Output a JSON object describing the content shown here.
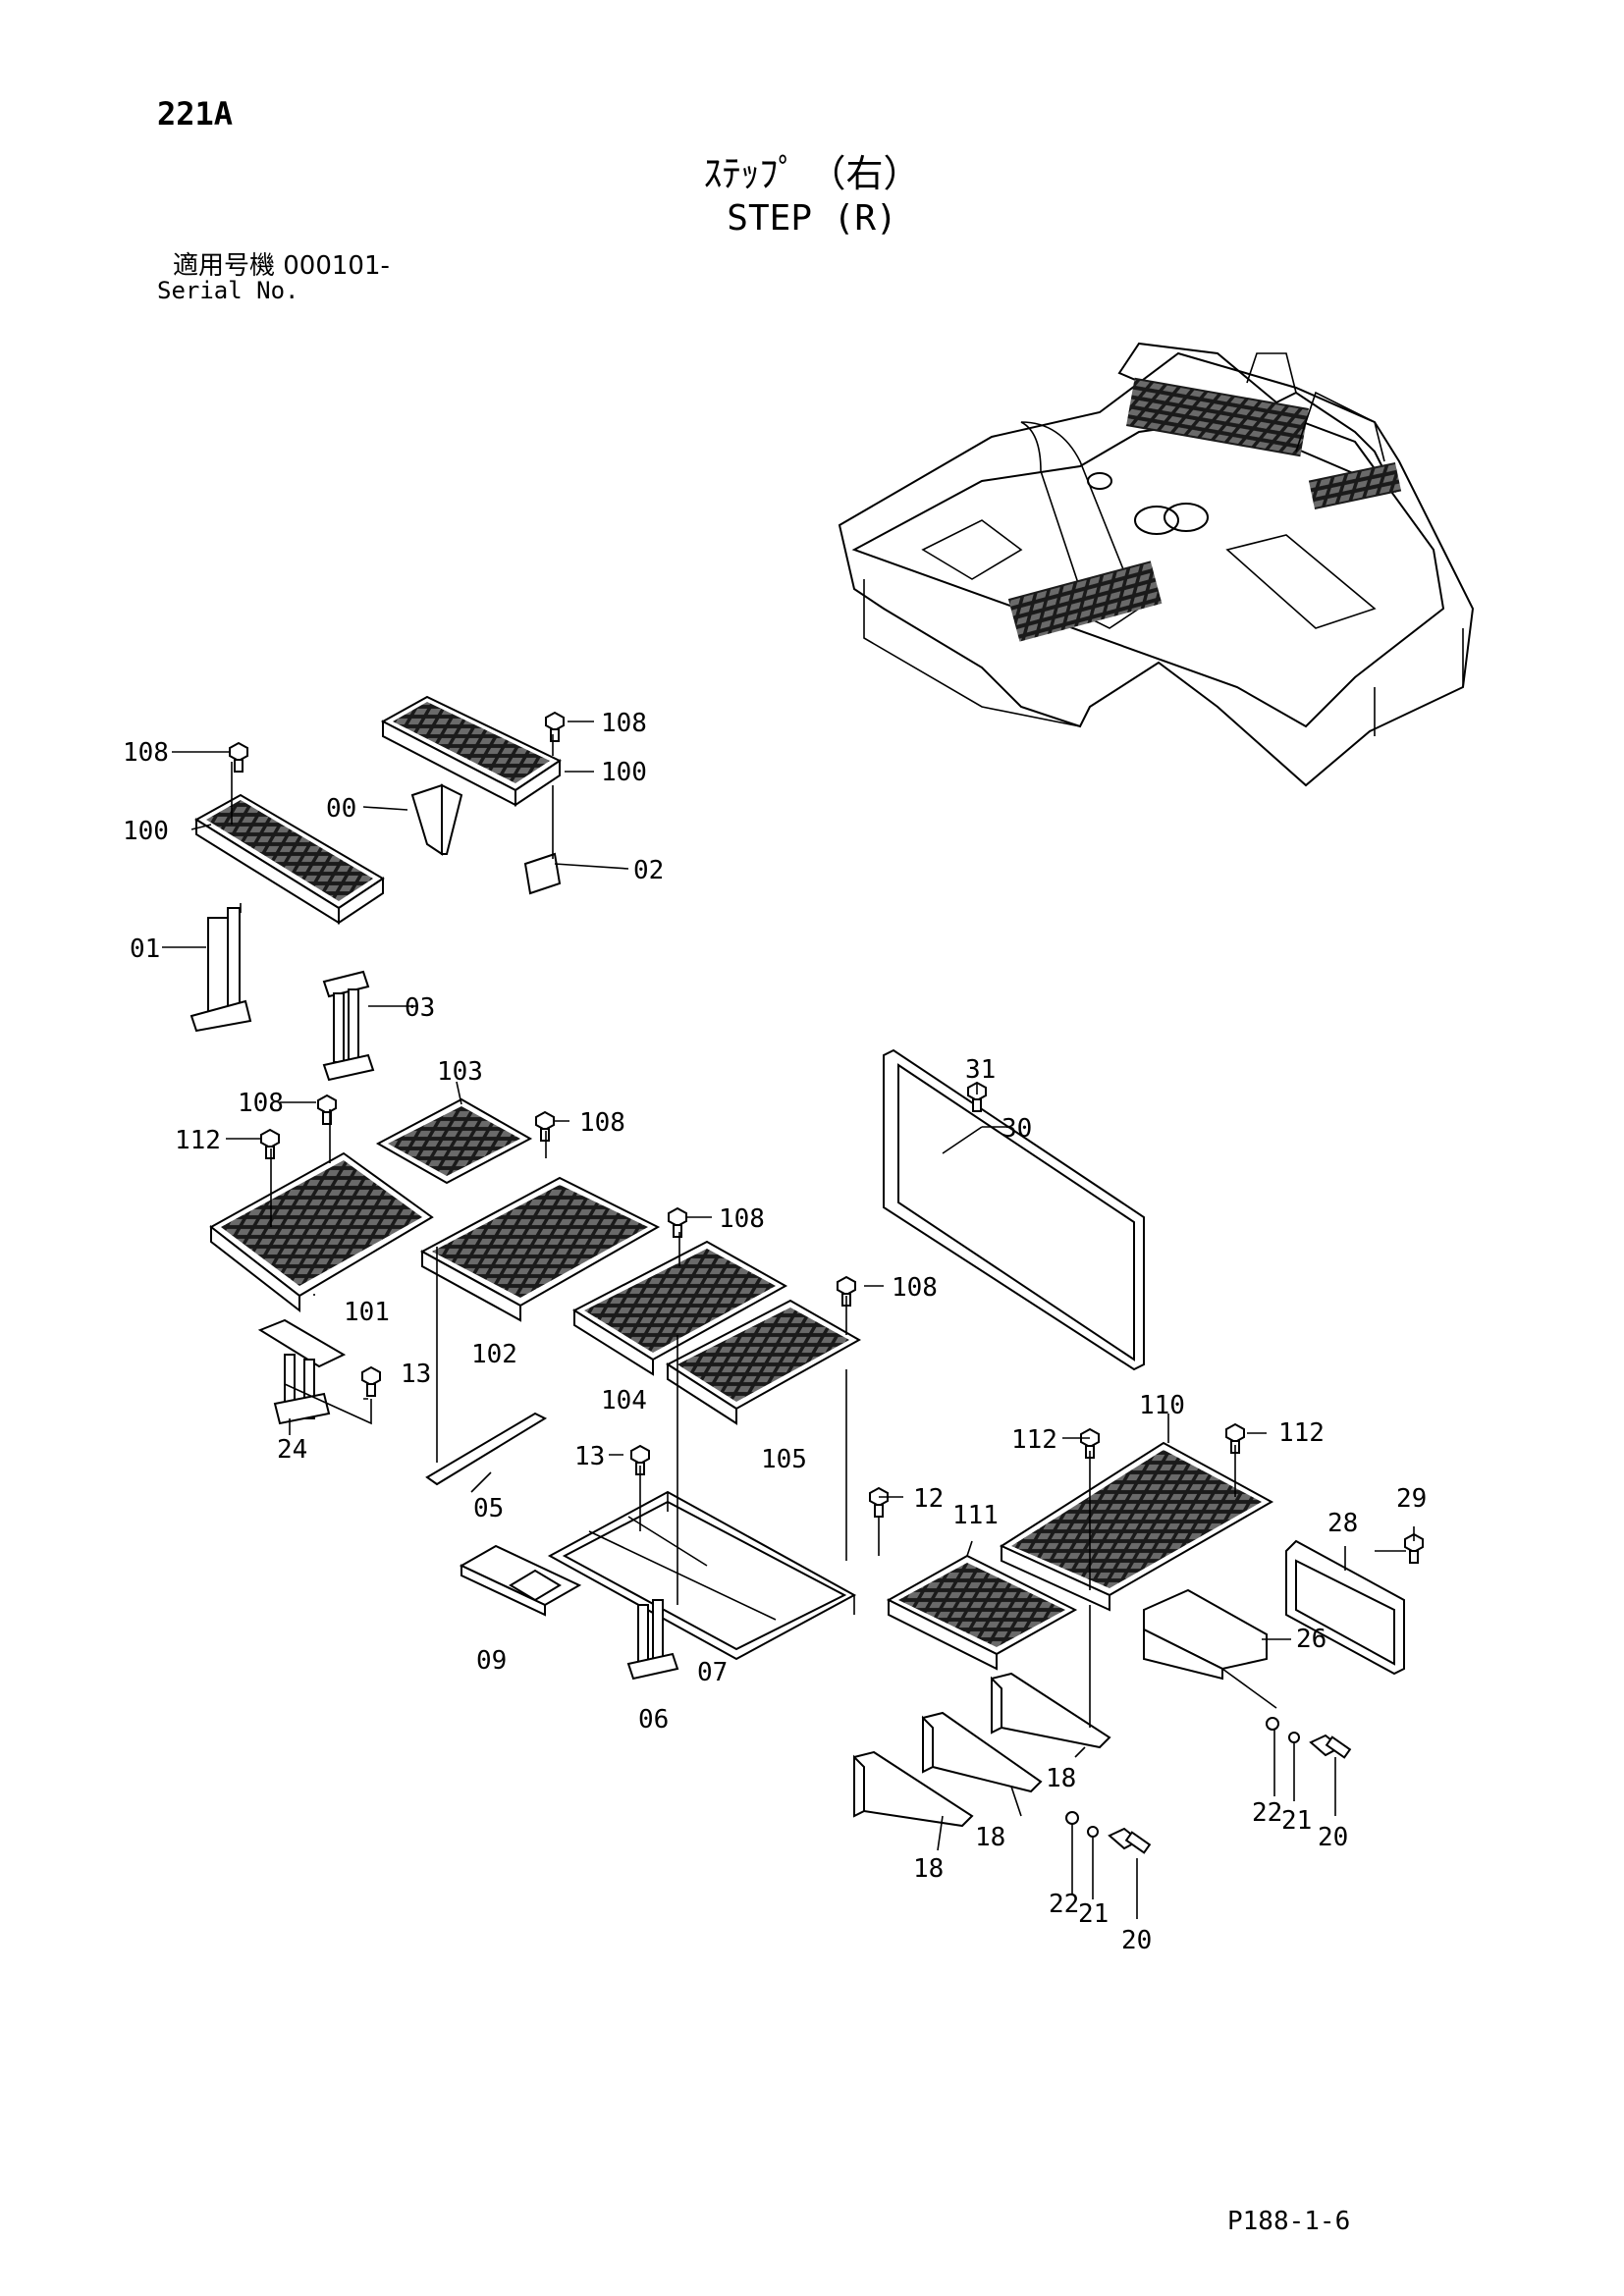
{
  "header": {
    "page_number": "221A",
    "title_jp": "ｽﾃｯﾌﾟ （右）",
    "title_en": "STEP (R)",
    "serial_label_jp": "適用号機 000101-",
    "serial_label_en": "Serial No."
  },
  "footer": {
    "code": "P188-1-6"
  },
  "callouts": [
    {
      "id": "c108a",
      "label": "108"
    },
    {
      "id": "c108b",
      "label": "108"
    },
    {
      "id": "c100a",
      "label": "100"
    },
    {
      "id": "c100b",
      "label": "100"
    },
    {
      "id": "c00",
      "label": "00"
    },
    {
      "id": "c02",
      "label": "02"
    },
    {
      "id": "c01",
      "label": "01"
    },
    {
      "id": "c03",
      "label": "03"
    },
    {
      "id": "c103",
      "label": "103"
    },
    {
      "id": "c108c",
      "label": "108"
    },
    {
      "id": "c108d",
      "label": "108"
    },
    {
      "id": "c112a",
      "label": "112"
    },
    {
      "id": "c31",
      "label": "31"
    },
    {
      "id": "c30",
      "label": "30"
    },
    {
      "id": "c108e",
      "label": "108"
    },
    {
      "id": "c108f",
      "label": "108"
    },
    {
      "id": "c101",
      "label": "101"
    },
    {
      "id": "c102",
      "label": "102"
    },
    {
      "id": "c13a",
      "label": "13"
    },
    {
      "id": "c24",
      "label": "24"
    },
    {
      "id": "c104",
      "label": "104"
    },
    {
      "id": "c105",
      "label": "105"
    },
    {
      "id": "c05",
      "label": "05"
    },
    {
      "id": "c13b",
      "label": "13"
    },
    {
      "id": "c12",
      "label": "12"
    },
    {
      "id": "c112b",
      "label": "112"
    },
    {
      "id": "c110",
      "label": "110"
    },
    {
      "id": "c112c",
      "label": "112"
    },
    {
      "id": "c29",
      "label": "29"
    },
    {
      "id": "c111",
      "label": "111"
    },
    {
      "id": "c28",
      "label": "28"
    },
    {
      "id": "c09",
      "label": "09"
    },
    {
      "id": "c07",
      "label": "07"
    },
    {
      "id": "c06",
      "label": "06"
    },
    {
      "id": "c26",
      "label": "26"
    },
    {
      "id": "c18a",
      "label": "18"
    },
    {
      "id": "c18b",
      "label": "18"
    },
    {
      "id": "c18c",
      "label": "18"
    },
    {
      "id": "c22a",
      "label": "22"
    },
    {
      "id": "c21a",
      "label": "21"
    },
    {
      "id": "c20a",
      "label": "20"
    },
    {
      "id": "c22b",
      "label": "22"
    },
    {
      "id": "c21b",
      "label": "21"
    },
    {
      "id": "c20b",
      "label": "20"
    }
  ]
}
